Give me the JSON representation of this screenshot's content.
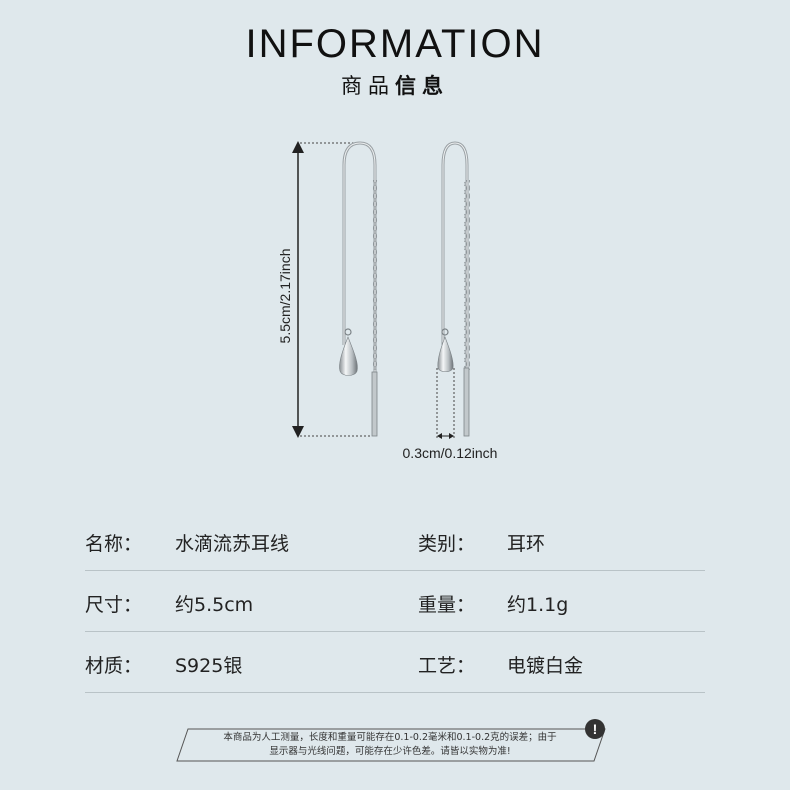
{
  "header": {
    "title": "INFORMATION",
    "subtitle_light": "商品",
    "subtitle_bold": "信息"
  },
  "diagram": {
    "length_label": "5.5cm/2.17inch",
    "width_label": "0.3cm/0.12inch"
  },
  "specs": [
    {
      "label": "名称：",
      "value": "水滴流苏耳线",
      "label2": "类别：",
      "value2": "耳环"
    },
    {
      "label": "尺寸：",
      "value": "约5.5cm",
      "label2": "重量：",
      "value2": "约1.1g"
    },
    {
      "label": "材质：",
      "value": "S925银",
      "label2": "工艺：",
      "value2": "电镀白金"
    }
  ],
  "notice": {
    "icon": "!",
    "line1": "本商品为人工测量，长度和重量可能存在0.1-0.2毫米和0.1-0.2克的误差；由于",
    "line2": "显示器与光线问题，可能存在少许色差。请皆以实物为准!"
  }
}
